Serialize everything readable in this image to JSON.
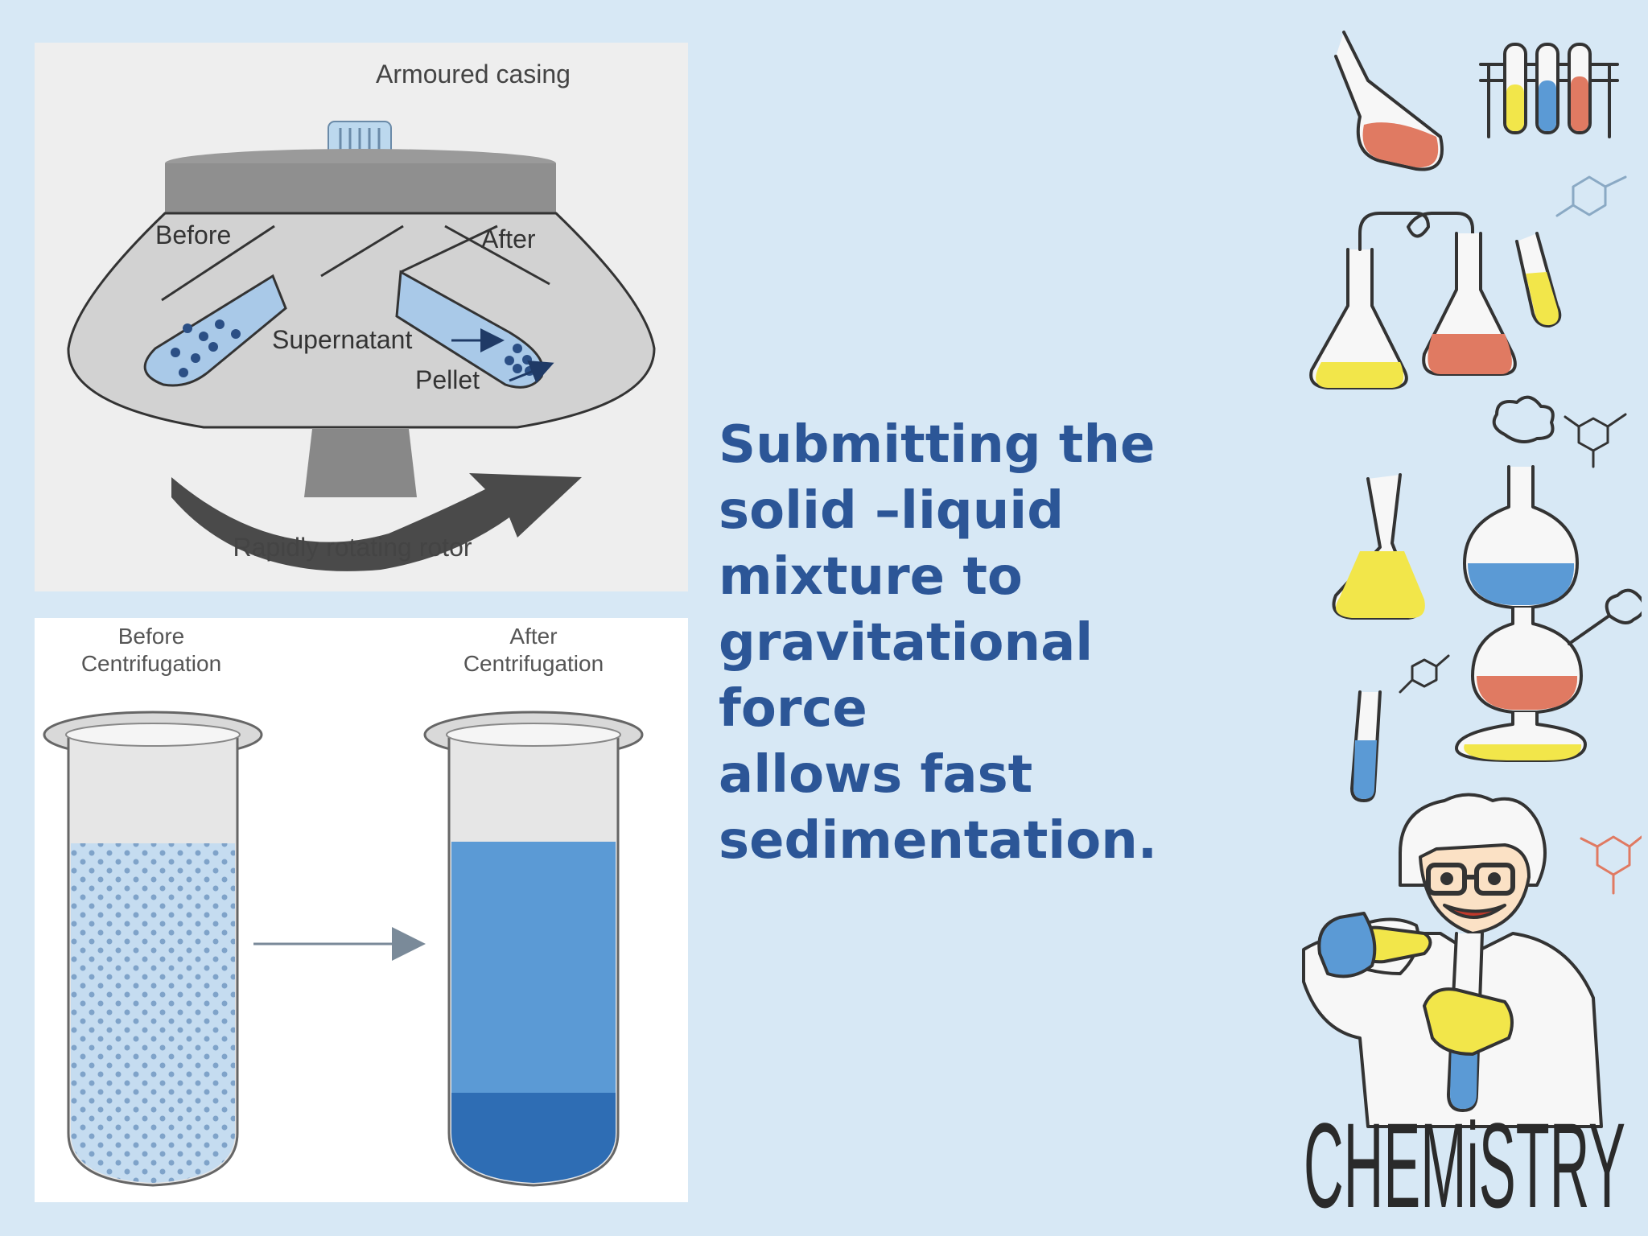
{
  "centrifuge": {
    "label_casing": "Armoured casing",
    "label_before": "Before",
    "label_after": "After",
    "label_supernatant": "Supernatant",
    "label_pellet": "Pellet",
    "label_rotor": "Rapidly rotating rotor"
  },
  "tubes": {
    "label_before_line1": "Before",
    "label_before_line2": "Centrifugation",
    "label_after_line1": "After",
    "label_after_line2": "Centrifugation"
  },
  "slide": {
    "line1": "Submitting the",
    "line2": "solid –liquid",
    "line3": "mixture to",
    "line4": "gravitational force",
    "line5": "allows fast",
    "line6": "sedimentation."
  },
  "decoration": {
    "word": "CHEMiSTRY"
  },
  "colors": {
    "background": "#d7e8f5",
    "text_blue": "#2c5697",
    "liquid_blue": "#5b9ad5",
    "liquid_yellow": "#f2e64a",
    "liquid_red": "#e07a62"
  }
}
